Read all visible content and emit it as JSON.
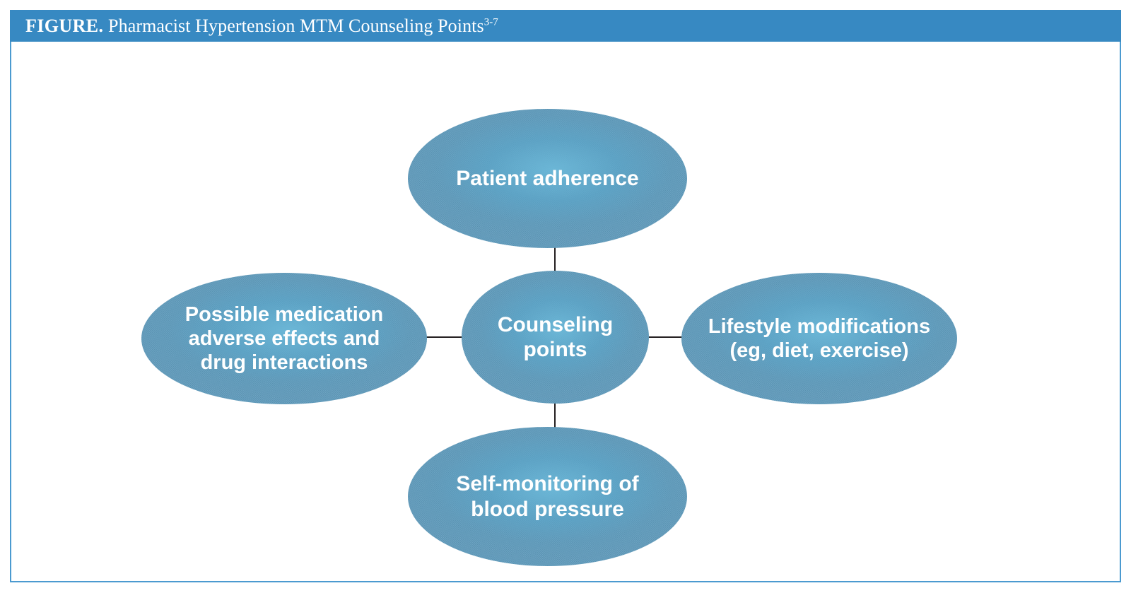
{
  "figure": {
    "label": "FIGURE.",
    "title": "Pharmacist Hypertension MTM Counseling Points",
    "reference_superscript": "3-7",
    "header_color": "#3789c2",
    "border_color": "#4b9ad0",
    "node_fill_color": "#5e9dc0",
    "node_text_color": "#ffffff",
    "connector_color": "#231f20",
    "background_color": "#ffffff"
  },
  "diagram": {
    "type": "hub-and-spoke",
    "center": {
      "id": "counseling-points",
      "label": "Counseling\npoints"
    },
    "spokes": [
      {
        "id": "patient-adherence",
        "position": "top",
        "label": "Patient adherence"
      },
      {
        "id": "lifestyle-modifications",
        "position": "right",
        "label": "Lifestyle modifications\n(eg, diet, exercise)"
      },
      {
        "id": "self-monitoring-blood-pressure",
        "position": "bottom",
        "label": "Self-monitoring of\nblood pressure"
      },
      {
        "id": "possible-medication-adverse-effects",
        "position": "left",
        "label": "Possible medication\nadverse effects and\ndrug interactions"
      }
    ],
    "connectors": [
      {
        "id": "center-to-top",
        "orientation": "vertical"
      },
      {
        "id": "center-to-bottom",
        "orientation": "vertical"
      },
      {
        "id": "center-to-left",
        "orientation": "horizontal"
      },
      {
        "id": "center-to-right",
        "orientation": "horizontal"
      }
    ]
  }
}
